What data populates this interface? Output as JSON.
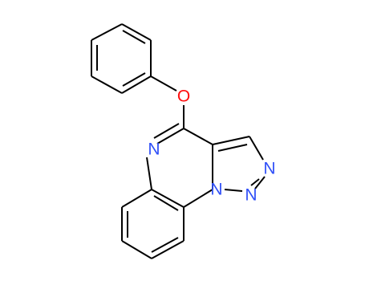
{
  "molecule": {
    "atoms": {
      "oxygen": {
        "symbol": "O",
        "color": "#ff0d0d"
      },
      "n_quinoxaline": {
        "symbol": "N",
        "color": "#3050f8"
      },
      "n_bridge": {
        "symbol": "N",
        "color": "#3050f8"
      },
      "n_triazole_1": {
        "symbol": "N",
        "color": "#3050f8"
      },
      "n_triazole_2": {
        "symbol": "N",
        "color": "#3050f8"
      }
    },
    "bond_color": "#000000"
  }
}
